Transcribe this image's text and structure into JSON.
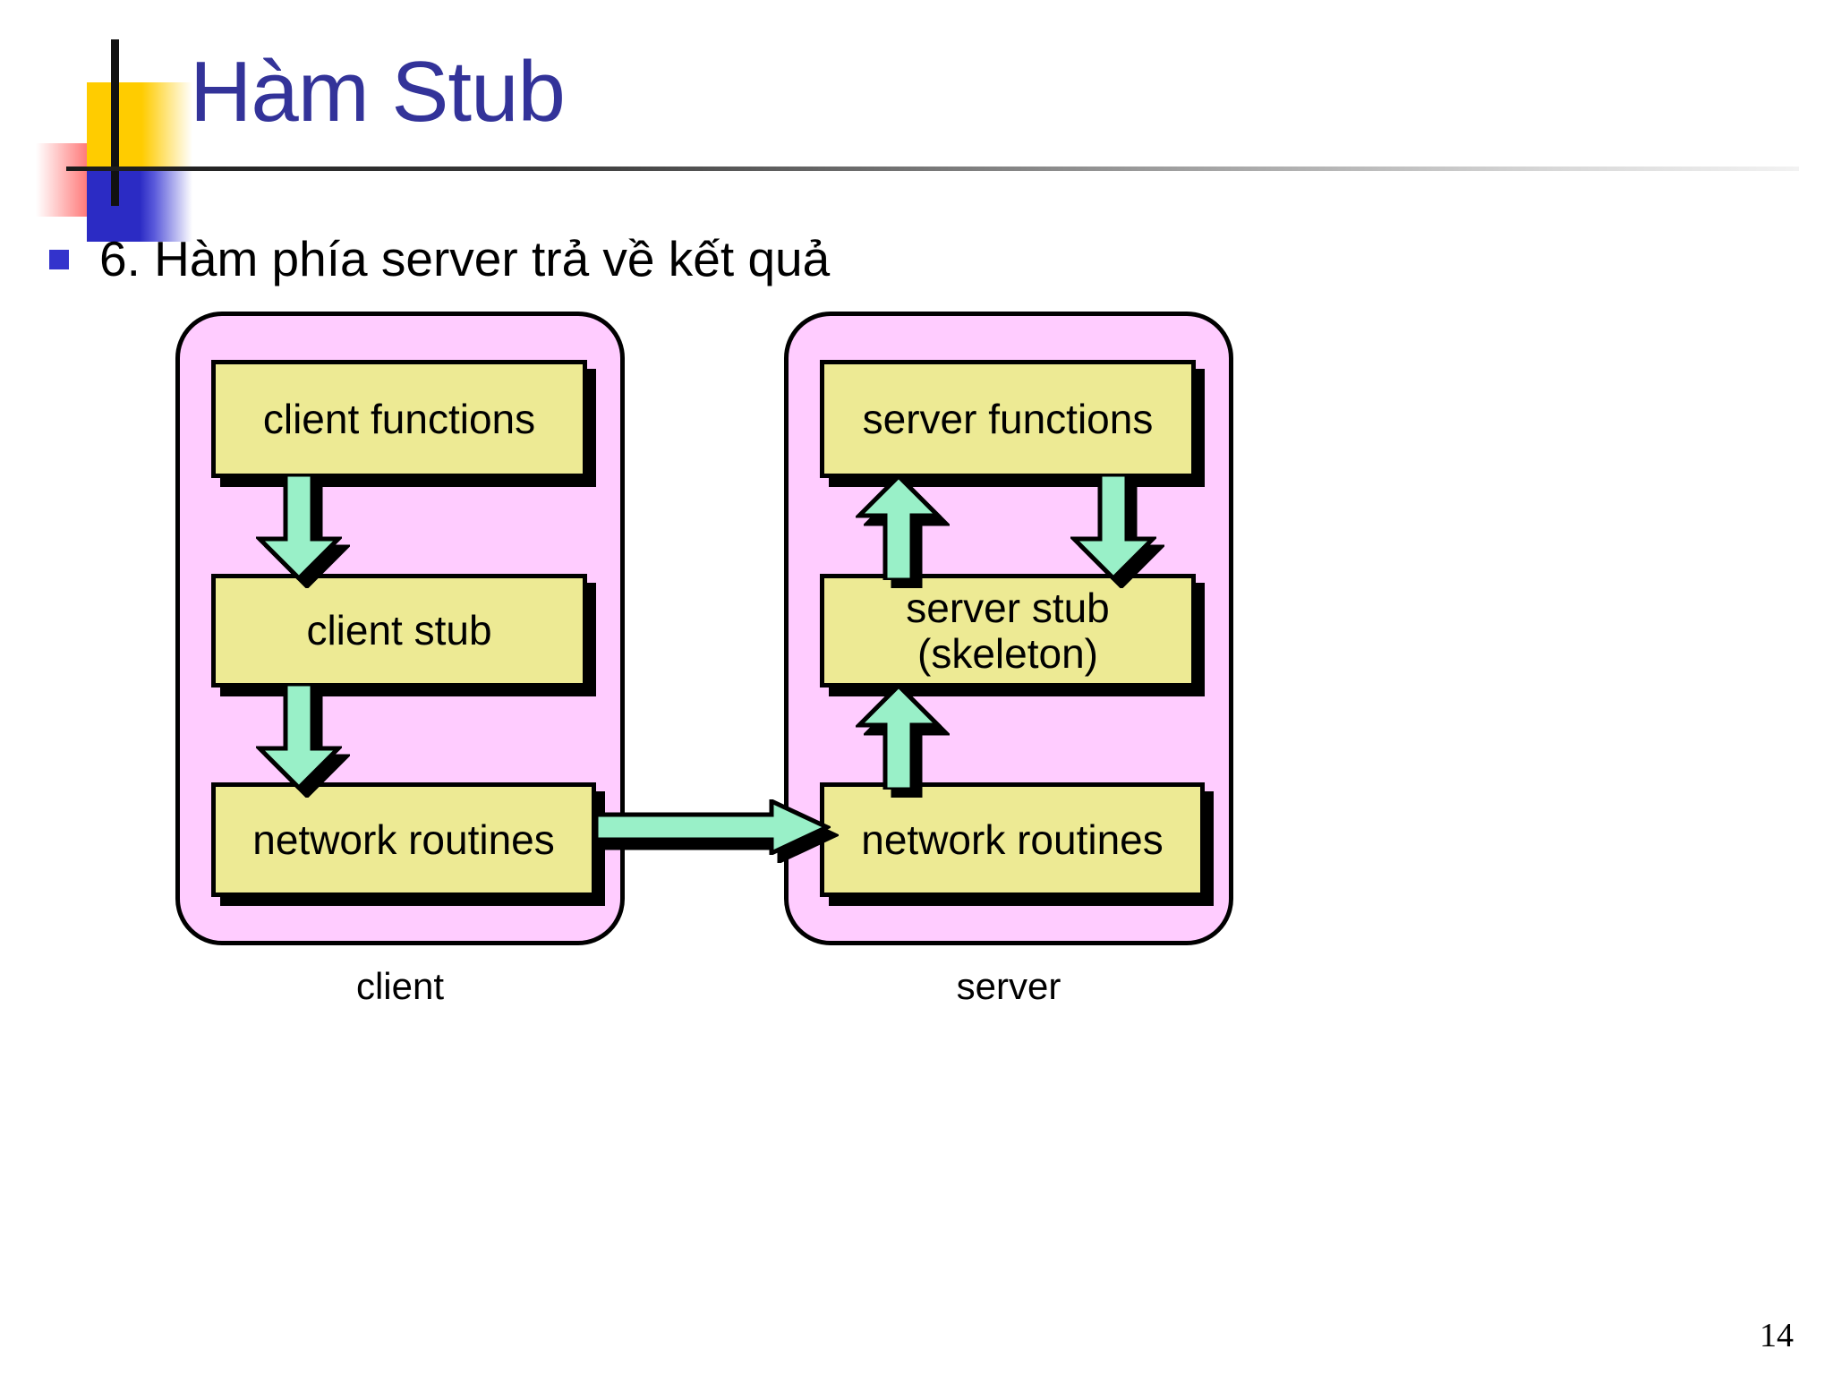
{
  "slide": {
    "title": "Hàm Stub",
    "title_color": "#333399",
    "page_number": "14"
  },
  "bullet": {
    "marker": "square-bullet-icon",
    "text": "6. Hàm phía server trả về kết quả"
  },
  "diagram": {
    "panels": [
      {
        "id": "client",
        "caption": "client",
        "fill_color": "#FFCCFF",
        "boxes": [
          {
            "id": "client-functions",
            "label": "client functions"
          },
          {
            "id": "client-stub",
            "label": "client stub"
          },
          {
            "id": "client-network",
            "label": "network routines"
          }
        ]
      },
      {
        "id": "server",
        "caption": "server",
        "fill_color": "#FFCCFF",
        "boxes": [
          {
            "id": "server-functions",
            "label": "server functions"
          },
          {
            "id": "server-stub",
            "label": "server stub\n(skeleton)",
            "line1": "server stub",
            "line2": "(skeleton)"
          },
          {
            "id": "server-network",
            "label": "network routines"
          }
        ]
      }
    ],
    "arrow_color": "#99F0C8",
    "box_fill_color": "#EDEA94",
    "arrows": [
      {
        "id": "client-functions-to-client-stub",
        "direction": "down"
      },
      {
        "id": "client-stub-to-client-network",
        "direction": "down"
      },
      {
        "id": "client-network-to-server-network",
        "direction": "right"
      },
      {
        "id": "server-network-to-server-stub",
        "direction": "up"
      },
      {
        "id": "server-stub-to-server-functions",
        "direction": "up"
      },
      {
        "id": "server-functions-to-server-stub",
        "direction": "down"
      }
    ]
  }
}
